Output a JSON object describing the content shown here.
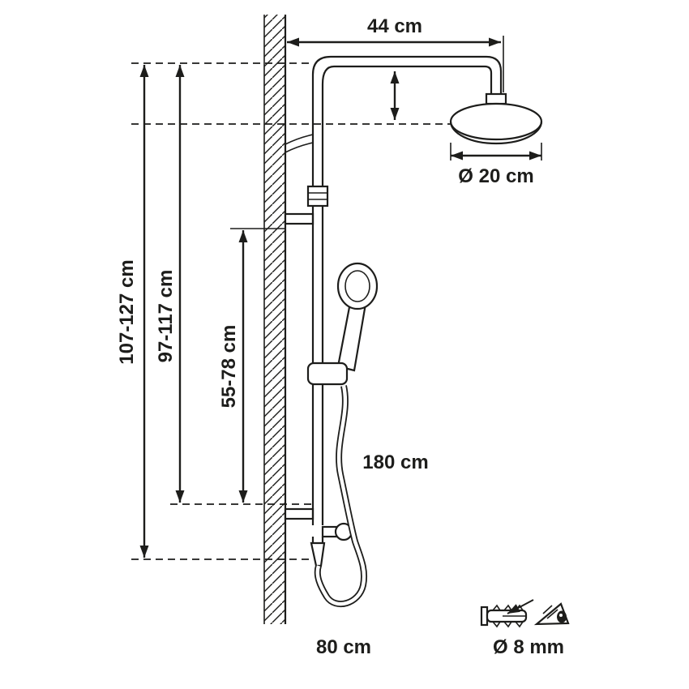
{
  "diagram": {
    "labels": {
      "arm_projection": "44 cm",
      "head_diameter": "Ø 20 cm",
      "overall_height_range": "107-127 cm",
      "head_height_range": "97-117 cm",
      "slide_bar_range": "55-78 cm",
      "hose_length": "180 cm",
      "bottom_length": "80 cm",
      "wall_plug_diameter": "Ø 8 mm"
    }
  }
}
